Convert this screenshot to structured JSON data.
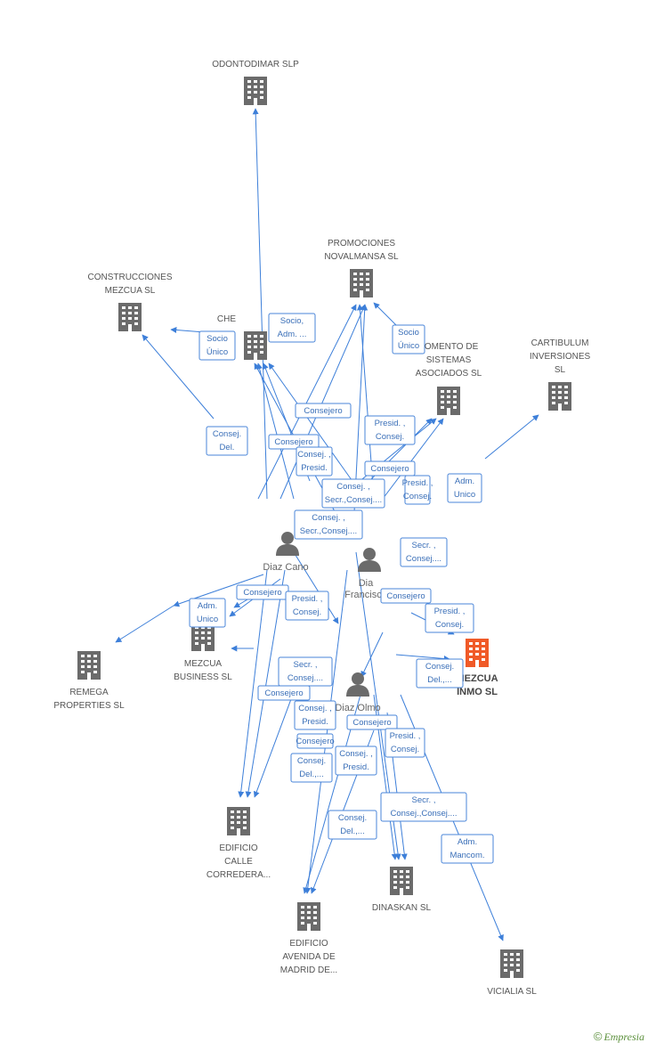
{
  "colors": {
    "edge": "#3d7fd9",
    "building": "#6b6b6b",
    "focus": "#f05a28",
    "person": "#6b6b6b"
  },
  "companies": [
    {
      "id": "odontodimar",
      "lines": [
        "ODONTODIMAR SLP"
      ],
      "icon": "building-icon"
    },
    {
      "id": "promociones",
      "lines": [
        "PROMOCIONES",
        "NOVALMANSA SL"
      ],
      "icon": "building-icon"
    },
    {
      "id": "construcciones",
      "lines": [
        "CONSTRUCCIONES",
        "MEZCUA SL"
      ],
      "icon": "building-icon"
    },
    {
      "id": "che",
      "lines": [
        "CHE"
      ],
      "icon": "building-icon"
    },
    {
      "id": "fomento",
      "lines": [
        "FOMENTO DE",
        "SISTEMAS",
        "ASOCIADOS SL"
      ],
      "icon": "building-icon"
    },
    {
      "id": "cartibulum",
      "lines": [
        "CARTIBULUM",
        "INVERSIONES",
        "SL"
      ],
      "icon": "building-icon"
    },
    {
      "id": "mezcuabusiness",
      "lines": [
        "MEZCUA",
        "BUSINESS SL"
      ],
      "icon": "building-icon"
    },
    {
      "id": "mezcuainmo",
      "lines": [
        "MEZCUA",
        "INMO SL"
      ],
      "icon": "building-icon",
      "focus": true
    },
    {
      "id": "remega",
      "lines": [
        "REMEGA",
        "PROPERTIES  SL"
      ],
      "icon": "building-icon"
    },
    {
      "id": "edificiocalle",
      "lines": [
        "EDIFICIO",
        "CALLE",
        "CORREDERA..."
      ],
      "icon": "building-icon"
    },
    {
      "id": "dinaskan",
      "lines": [
        "DINASKAN SL"
      ],
      "icon": "building-icon"
    },
    {
      "id": "edificioavenida",
      "lines": [
        "EDIFICIO",
        "AVENIDA DE",
        "MADRID DE..."
      ],
      "icon": "building-icon"
    },
    {
      "id": "vicialia",
      "lines": [
        "VICIALIA SL"
      ],
      "icon": "building-icon"
    }
  ],
  "persons": [
    {
      "id": "diazcano",
      "lines": [
        "Diaz Cano"
      ],
      "icon": "person-icon"
    },
    {
      "id": "diazfrancisco",
      "lines": [
        "Dia",
        "Francisco"
      ],
      "icon": "person-icon"
    },
    {
      "id": "diazolmo",
      "lines": [
        "Diaz Olmo"
      ],
      "icon": "person-icon"
    }
  ],
  "relations": [
    {
      "lines": [
        "Socio,",
        "Adm. ..."
      ]
    },
    {
      "lines": [
        "Socio",
        "Único"
      ]
    },
    {
      "lines": [
        "Socio",
        "Único"
      ]
    },
    {
      "lines": [
        "Consej.",
        "Del."
      ]
    },
    {
      "lines": [
        "Consejero"
      ]
    },
    {
      "lines": [
        "Presid. ,",
        "Consej."
      ]
    },
    {
      "lines": [
        "Consejero"
      ]
    },
    {
      "lines": [
        "Consej. ,",
        "Presid."
      ]
    },
    {
      "lines": [
        "Consejero"
      ]
    },
    {
      "lines": [
        "Presid. ,",
        "Consej."
      ]
    },
    {
      "lines": [
        "Consej. ,",
        "Secr.,Consej...."
      ]
    },
    {
      "lines": [
        "Adm.",
        "Unico"
      ]
    },
    {
      "lines": [
        "Consej. ,",
        "Secr.,Consej...."
      ]
    },
    {
      "lines": [
        "Secr. ,",
        "Consej...."
      ]
    },
    {
      "lines": [
        "Adm.",
        "Unico"
      ]
    },
    {
      "lines": [
        "Consejero"
      ]
    },
    {
      "lines": [
        "Presid. ,",
        "Consej."
      ]
    },
    {
      "lines": [
        "Consejero"
      ]
    },
    {
      "lines": [
        "Presid. ,",
        "Consej."
      ]
    },
    {
      "lines": [
        "Consej.",
        "Del.,..."
      ]
    },
    {
      "lines": [
        "Secr. ,",
        "Consej...."
      ]
    },
    {
      "lines": [
        "Consejero"
      ]
    },
    {
      "lines": [
        "Consej. ,",
        "Presid."
      ]
    },
    {
      "lines": [
        "Consejero"
      ]
    },
    {
      "lines": [
        "Consej. ,",
        "Presid."
      ]
    },
    {
      "lines": [
        "Consejero"
      ]
    },
    {
      "lines": [
        "Presid. ,",
        "Consej."
      ]
    },
    {
      "lines": [
        "Consej.",
        "Del.,..."
      ]
    },
    {
      "lines": [
        "Secr. ,",
        "Consej.,Consej...."
      ]
    },
    {
      "lines": [
        "Consej.",
        "Del.,..."
      ]
    },
    {
      "lines": [
        "Adm.",
        "Mancom."
      ]
    }
  ],
  "footer": {
    "copyright": "©",
    "brand": "Empresia"
  }
}
